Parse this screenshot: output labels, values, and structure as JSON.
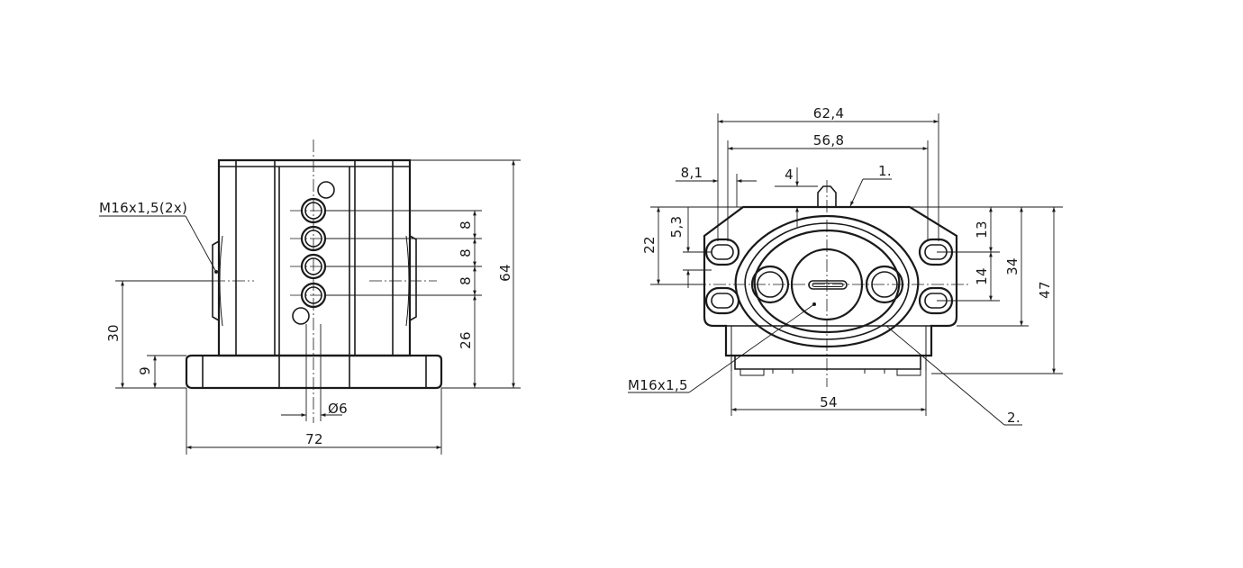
{
  "left_view": {
    "thread_label": "M16x1,5(2x)",
    "dims": {
      "width": "72",
      "height": "64",
      "axis_height": "30",
      "base_height": "9",
      "port_pitch_1": "8",
      "port_pitch_2": "8",
      "port_pitch_3": "8",
      "lower_offset": "26",
      "hole_diameter": "Ø6"
    }
  },
  "right_view": {
    "callout_1": "1.",
    "callout_2": "2.",
    "thread_label": "M16x1,5",
    "dims": {
      "overall_width": "62,4",
      "hole_spacing": "56,8",
      "slot_width": "8,1",
      "nub_height": "4",
      "slot_dim_22": "22",
      "slot_dim_5_3": "5,3",
      "dim_13": "13",
      "dim_14": "14",
      "dim_34": "34",
      "dim_47": "47",
      "base_width": "54"
    }
  }
}
